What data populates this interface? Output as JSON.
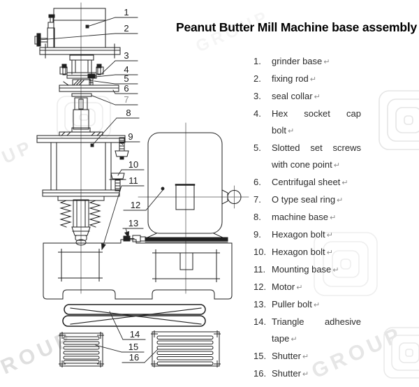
{
  "title": "Peanut Butter Mill Machine base assembly",
  "colors": {
    "line": "#1f1f1f",
    "watermark": "#dedede",
    "text": "#2b2b2b"
  },
  "watermark": {
    "text": "GROUP"
  },
  "diagram": {
    "description": "Exploded assembly line drawing of peanut butter mill machine base",
    "callout_labels": [
      "1",
      "2",
      "3",
      "4",
      "5",
      "6",
      "7",
      "8",
      "9",
      "10",
      "11",
      "12",
      "13",
      "14",
      "15",
      "16"
    ]
  },
  "parts_list": {
    "return_mark": "↵",
    "items": [
      {
        "num": "1.",
        "lines": [
          "grinder base"
        ]
      },
      {
        "num": "2.",
        "lines": [
          "fixing rod"
        ]
      },
      {
        "num": "3.",
        "lines": [
          "seal collar"
        ]
      },
      {
        "num": "4.",
        "lines": [
          "Hex socket cap",
          "bolt"
        ]
      },
      {
        "num": "5.",
        "lines": [
          "Slotted set screws",
          "with cone point"
        ]
      },
      {
        "num": "6.",
        "lines": [
          "Centrifugal sheet"
        ]
      },
      {
        "num": "7.",
        "lines": [
          "O type seal ring"
        ]
      },
      {
        "num": "8.",
        "lines": [
          "machine base"
        ]
      },
      {
        "num": "9.",
        "lines": [
          "Hexagon bolt"
        ]
      },
      {
        "num": "10.",
        "lines": [
          "Hexagon bolt"
        ]
      },
      {
        "num": "11.",
        "lines": [
          "Mounting base"
        ]
      },
      {
        "num": "12.",
        "lines": [
          "Motor"
        ]
      },
      {
        "num": "13.",
        "lines": [
          "Puller bolt"
        ]
      },
      {
        "num": "14.",
        "lines": [
          "Triangle adhesive",
          "tape"
        ]
      },
      {
        "num": "15.",
        "lines": [
          "Shutter"
        ]
      },
      {
        "num": "16.",
        "lines": [
          "Shutter"
        ]
      }
    ]
  }
}
